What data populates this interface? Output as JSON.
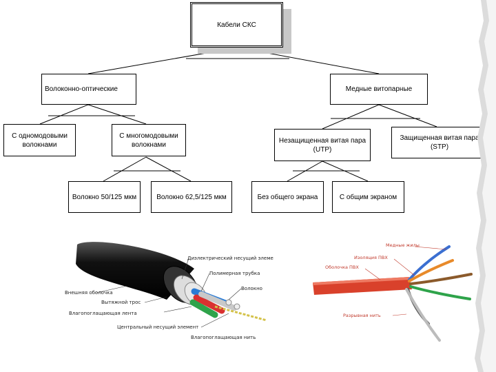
{
  "tree": {
    "root": {
      "label": "Кабели СКС"
    },
    "fiber": {
      "label": "Волоконно-оптические"
    },
    "copper": {
      "label": "Медные витопарные"
    },
    "single_mode": {
      "label": "С одномодовыми волокнами"
    },
    "multi_mode": {
      "label": "С многомодовыми волокнами"
    },
    "fiber_50": {
      "label": "Волокно 50/125 мкм"
    },
    "fiber_62": {
      "label": "Волокно 62,5/125 мкм"
    },
    "utp": {
      "label": "Незащищенная витая пара (UTP)"
    },
    "stp": {
      "label": "Защищенная витая пара (STP)"
    },
    "no_common_screen": {
      "label": "Без общего экрана"
    },
    "with_common_screen": {
      "label": "С общим экраном"
    }
  },
  "fiber_illustration": {
    "labels": {
      "dielectric": "Диэлектрический несущий элемент",
      "polymer_tube": "Полимерная трубка",
      "fiber": "Волокно",
      "outer_sheath": "Внешняя оболочка",
      "pull_cord": "Вытяжной трос",
      "water_tape": "Влагопоглащающая лента",
      "central_member": "Центральный несущий элемент",
      "water_thread": "Влагопоглащающая нить"
    }
  },
  "utp_illustration": {
    "labels": {
      "copper_wires": "Медные жилы",
      "pvc_insulation": "Изоляция ПВХ",
      "pvc_sheath": "Оболочка ПВХ",
      "rip_cord": "Разрывная нить"
    }
  },
  "colors": {
    "line": "#000000",
    "shadow": "#c8c8c8",
    "cable_red": "#d9412b",
    "label_red": "#c0392b"
  }
}
